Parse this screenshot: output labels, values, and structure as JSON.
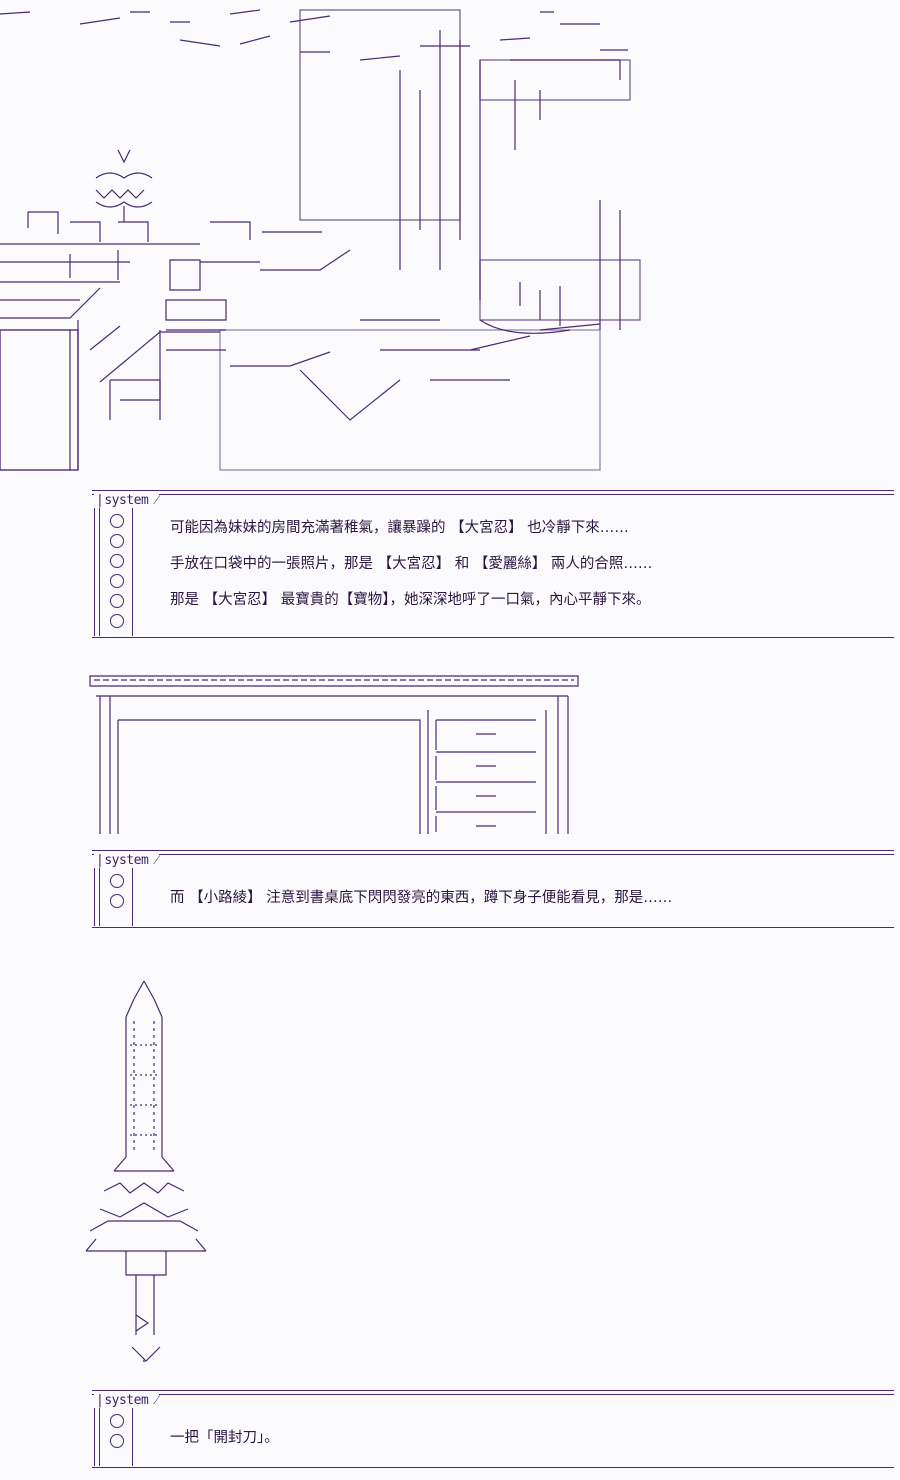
{
  "dialogs": [
    {
      "tag": "system",
      "lines": [
        "可能因為妹妹的房間充滿著稚氣，讓暴躁的 【大宮忍】 也冷靜下來……",
        "手放在口袋中的一張照片，那是 【大宮忍】 和 【愛麗絲】 兩人的合照……",
        "那是 【大宮忍】 最寶貴的【寶物】，她深深地呼了一口氣，內心平靜下來。"
      ]
    },
    {
      "tag": "system",
      "lines": [
        "而 【小路綾】 注意到書桌底下閃閃發亮的東西，蹲下身子便能看見，那是……"
      ]
    },
    {
      "tag": "system",
      "lines": [
        "一把「開封刀」。"
      ]
    }
  ],
  "illustrations": [
    {
      "name": "bedroom-scene",
      "icon": "room-ascii-art"
    },
    {
      "name": "desk",
      "icon": "desk-ascii-art"
    },
    {
      "name": "letter-opener",
      "icon": "letter-opener-ascii-art"
    }
  ]
}
